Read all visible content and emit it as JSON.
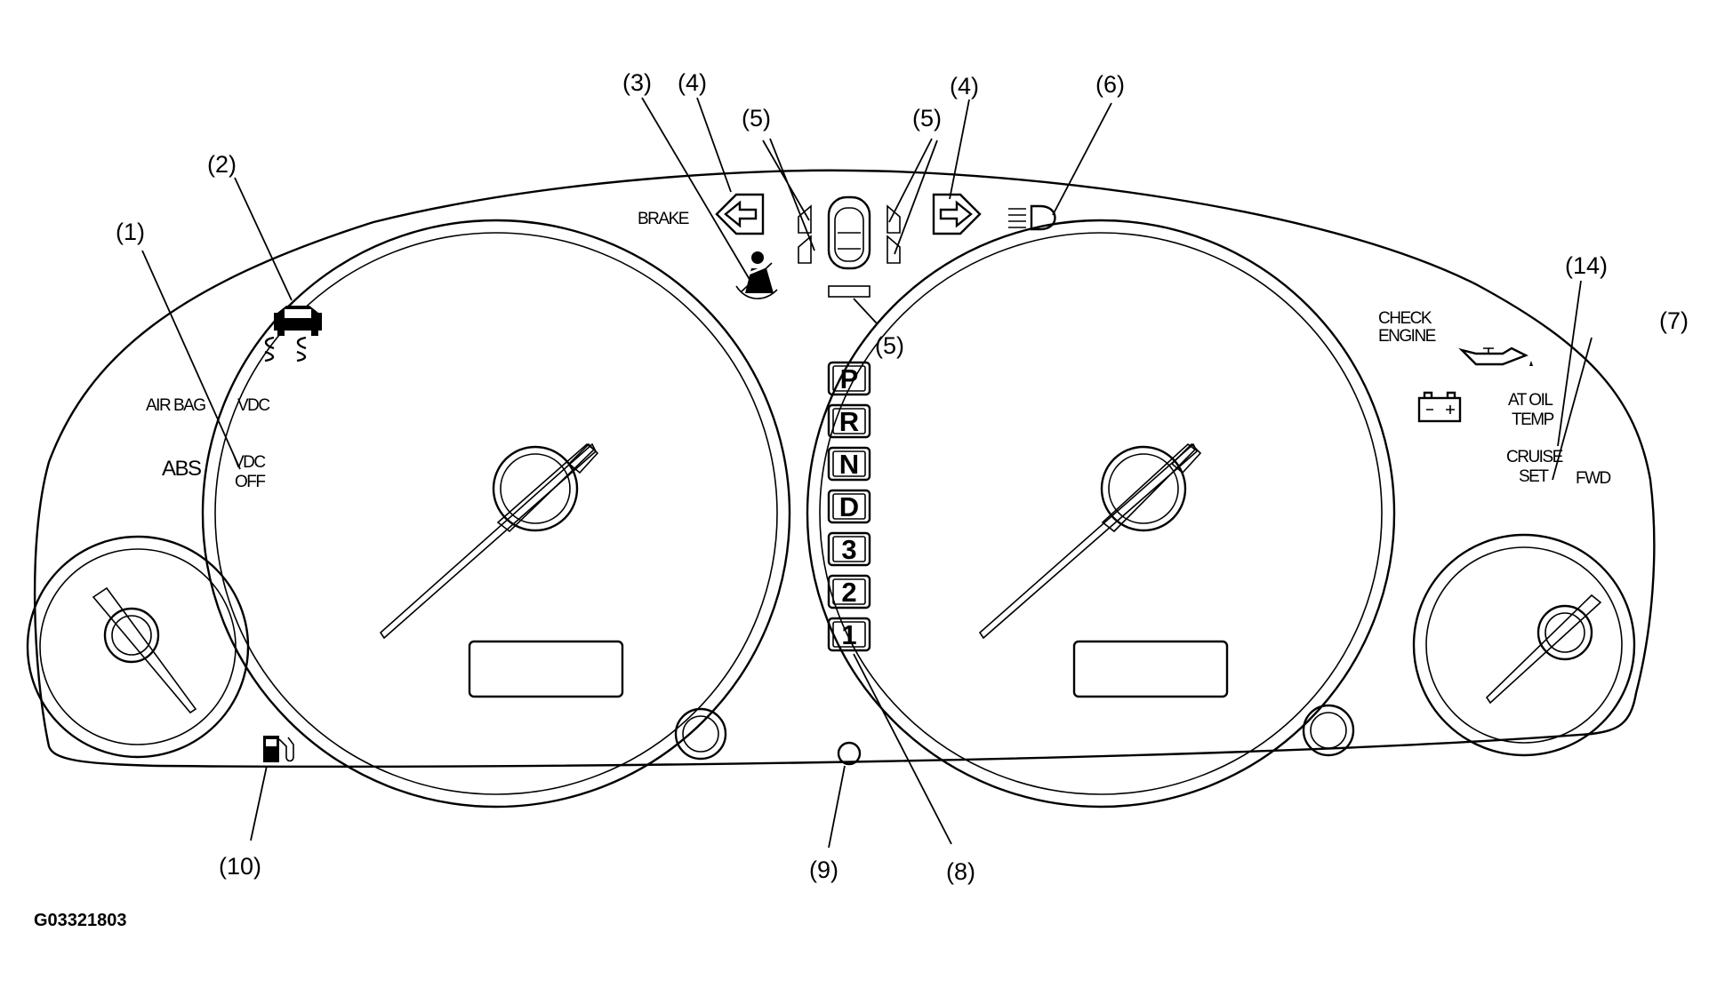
{
  "callouts": {
    "c1": "(1)",
    "c2": "(2)",
    "c3": "(3)",
    "c4a": "(4)",
    "c4b": "(4)",
    "c5a": "(5)",
    "c5b": "(5)",
    "c5c": "(5)",
    "c6": "(6)",
    "c7": "(7)",
    "c8": "(8)",
    "c9": "(9)",
    "c10": "(10)",
    "c14": "(14)"
  },
  "labels": {
    "brake": "BRAKE",
    "air_bag": "AIR BAG",
    "vdc": "VDC",
    "abs": "ABS",
    "vdc_off_1": "VDC",
    "vdc_off_2": "OFF",
    "check_engine_1": "CHECK",
    "check_engine_2": "ENGINE",
    "at_oil_temp_1": "AT OIL",
    "at_oil_temp_2": "TEMP",
    "cruise_set_1": "CRUISE",
    "cruise_set_2": "SET",
    "fwd": "FWD"
  },
  "gears": [
    "P",
    "R",
    "N",
    "D",
    "3",
    "2",
    "1"
  ],
  "figure_code": "G03321803",
  "icons": [
    "seatbelt-warning-icon",
    "turn-signal-left-icon",
    "turn-signal-right-icon",
    "door-open-car-icon",
    "high-beam-icon",
    "skid-car-icon",
    "fuel-pump-icon",
    "oil-can-icon",
    "battery-icon"
  ]
}
